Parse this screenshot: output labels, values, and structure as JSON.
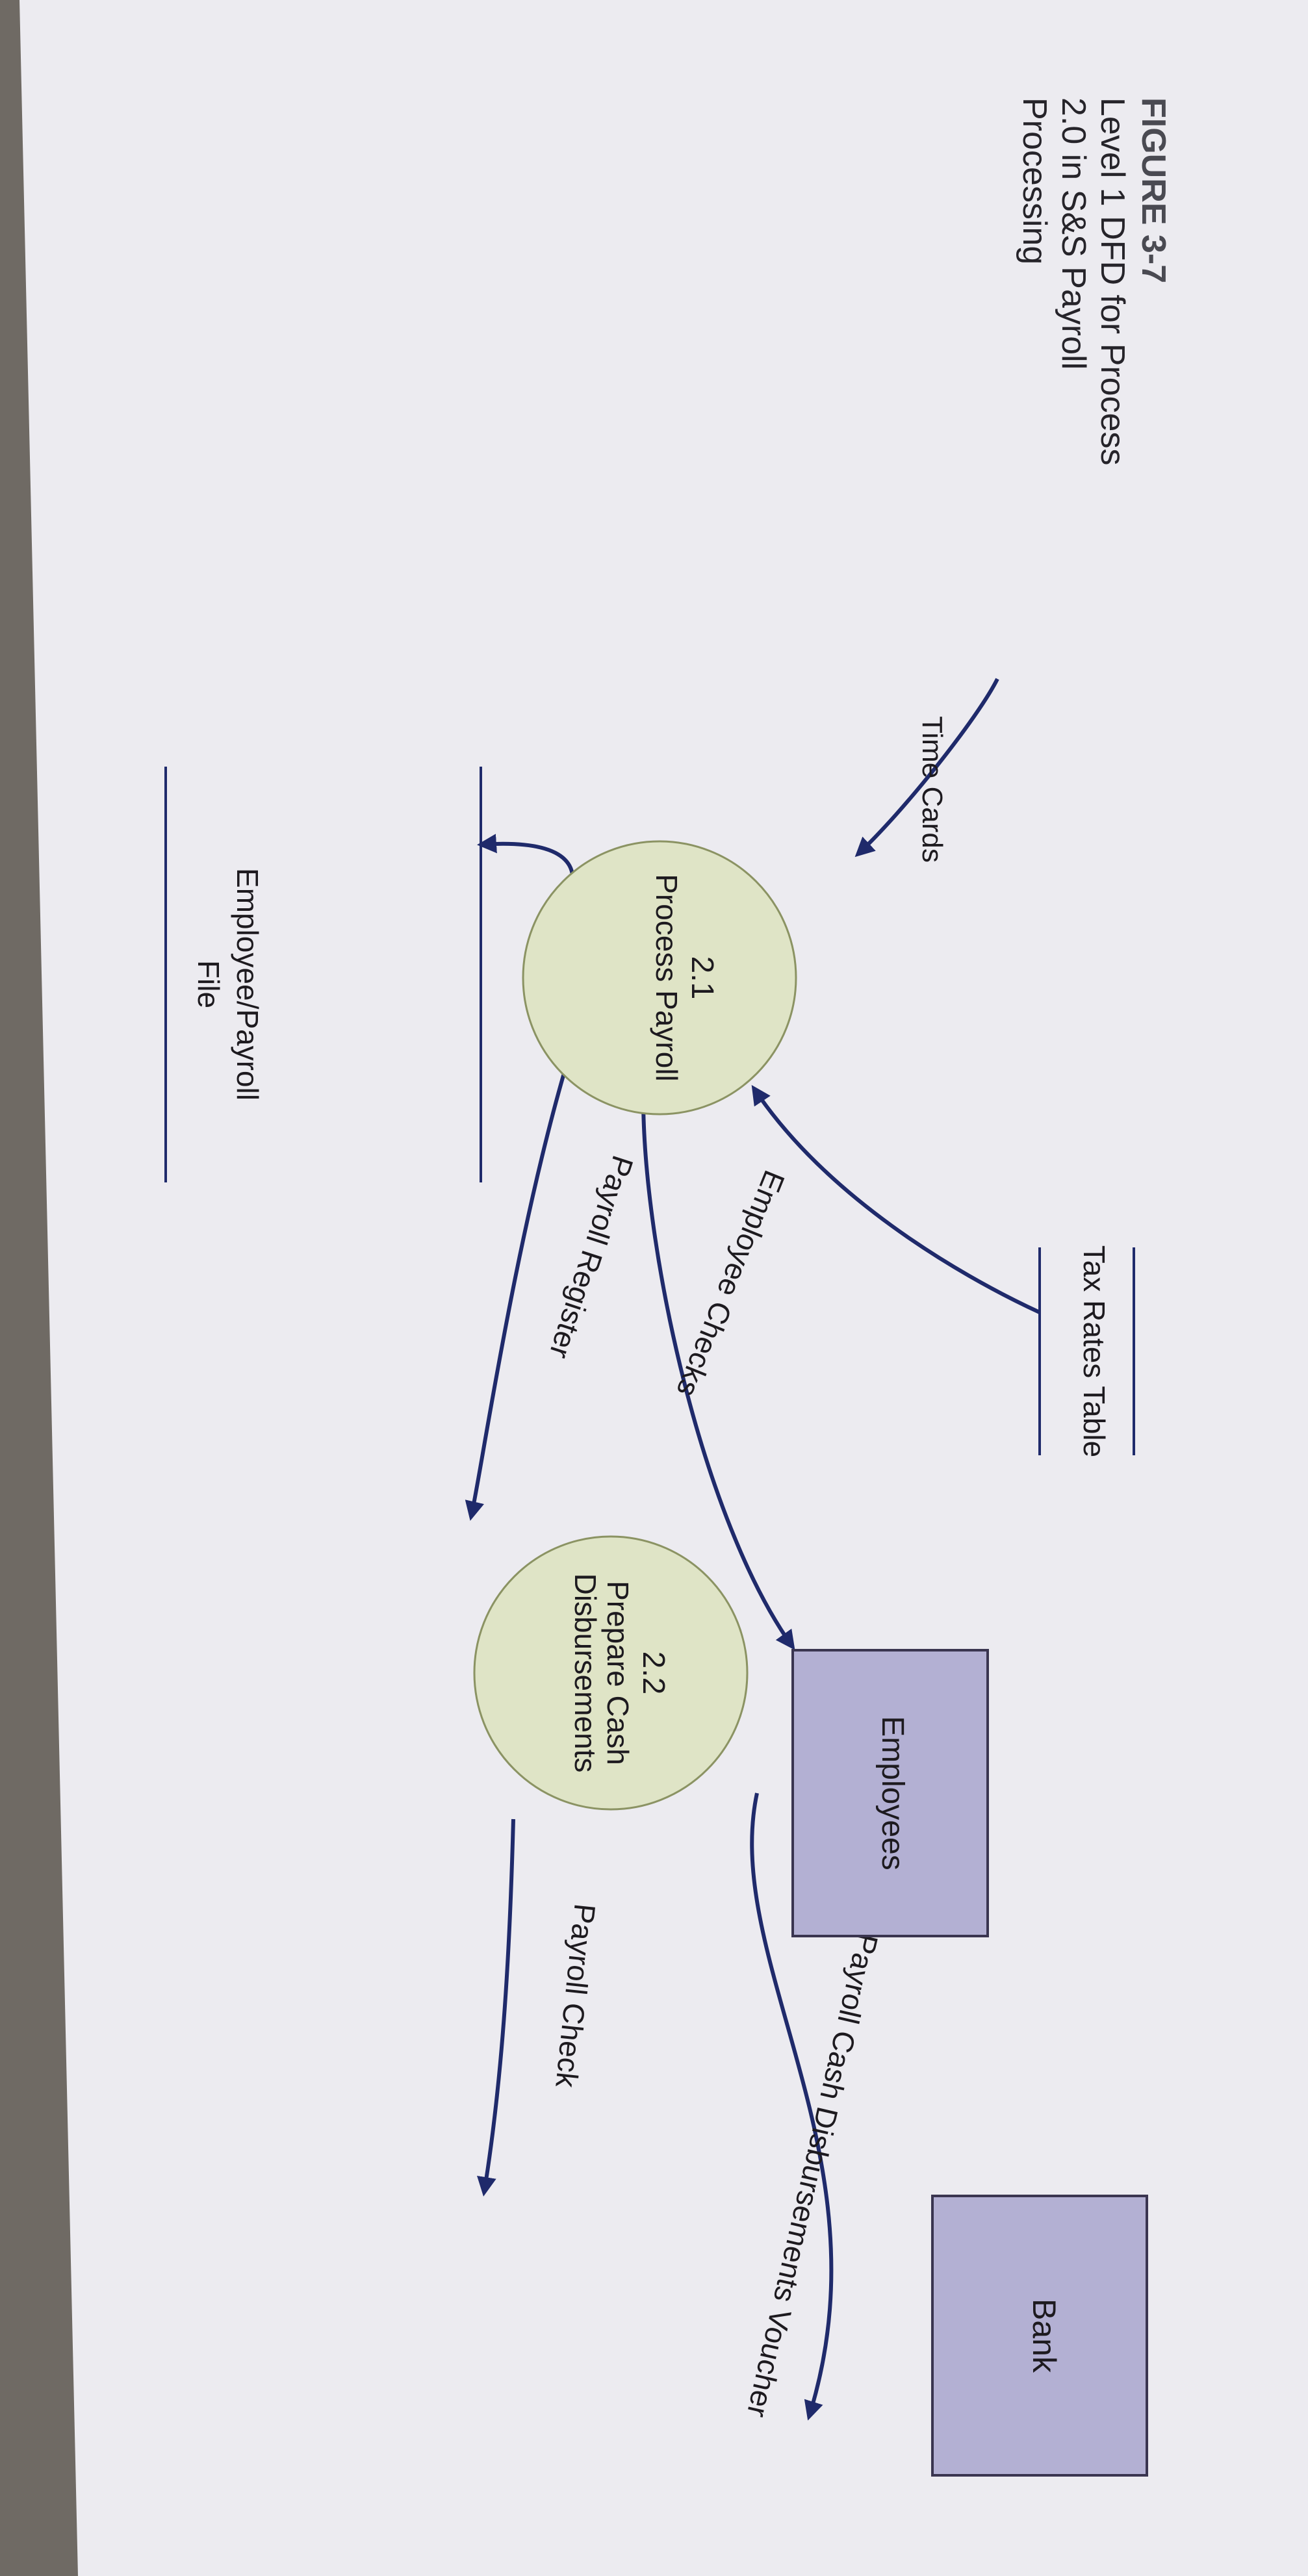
{
  "caption": {
    "title": "FIGURE 3-7",
    "lines": [
      "Level 1 DFD for Process",
      "2.0 in S&S Payroll",
      "Processing"
    ]
  },
  "processes": [
    {
      "number": "2.1",
      "name_lines": [
        "Process Payroll"
      ]
    },
    {
      "number": "2.2",
      "name_lines": [
        "Prepare Cash",
        "Disbursements"
      ]
    }
  ],
  "entities": {
    "employees": "Employees",
    "bank": "Bank"
  },
  "data_stores": {
    "tax_rates": "Tax Rates Table",
    "employee_payroll_lines": [
      "Employee/Payroll",
      "File"
    ]
  },
  "flows": {
    "time_cards": "Time Cards",
    "employee_checks": "Employee Checks",
    "payroll_register": "Payroll Register",
    "payroll_check": "Payroll Check",
    "voucher": "Payroll Cash Disbursements Voucher"
  }
}
